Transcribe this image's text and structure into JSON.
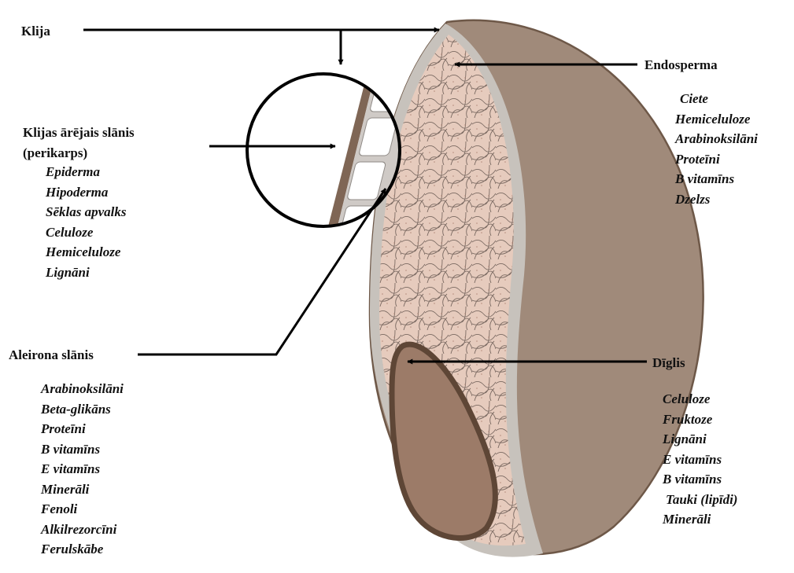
{
  "labels": {
    "bran": "Klija",
    "endosperm": "Endosperma",
    "outer_layer": "Klijas ārējais slānis",
    "outer_layer_sub": "(perikarps)",
    "aleurone": "Aleirona slānis",
    "germ": "Dīglis"
  },
  "lists": {
    "endosperm": [
      "Ciete",
      "Hemiceluloze",
      "Arabinoksilāni",
      "Proteīni",
      "B vitamīns",
      "Dzelzs"
    ],
    "outer_layer": [
      "Epiderma",
      "Hipoderma",
      "Sēklas apvalks",
      "Celuloze",
      "Hemiceluloze",
      "Lignāni"
    ],
    "aleurone": [
      "Arabinoksilāni",
      "Beta-glikāns",
      "Proteīni",
      "B vitamīns",
      "E vitamīns",
      "Minerāli",
      "Fenoli",
      "Alkilrezorcīni",
      "Ferulskābe"
    ],
    "germ": [
      "Celuloze",
      "Fruktoze",
      "Lignāni",
      "E vitamīns",
      "B vitamīns",
      "Tauki (lipīdi)",
      "Minerāli"
    ]
  },
  "colors": {
    "grain_shell": "#a08a7a",
    "grain_rim": "#6e5848",
    "cut_border": "#c7c2bc",
    "endosperm_fill": "#e6cbbd",
    "germ_fill": "#9c7b68",
    "germ_ring": "#5e4636"
  }
}
